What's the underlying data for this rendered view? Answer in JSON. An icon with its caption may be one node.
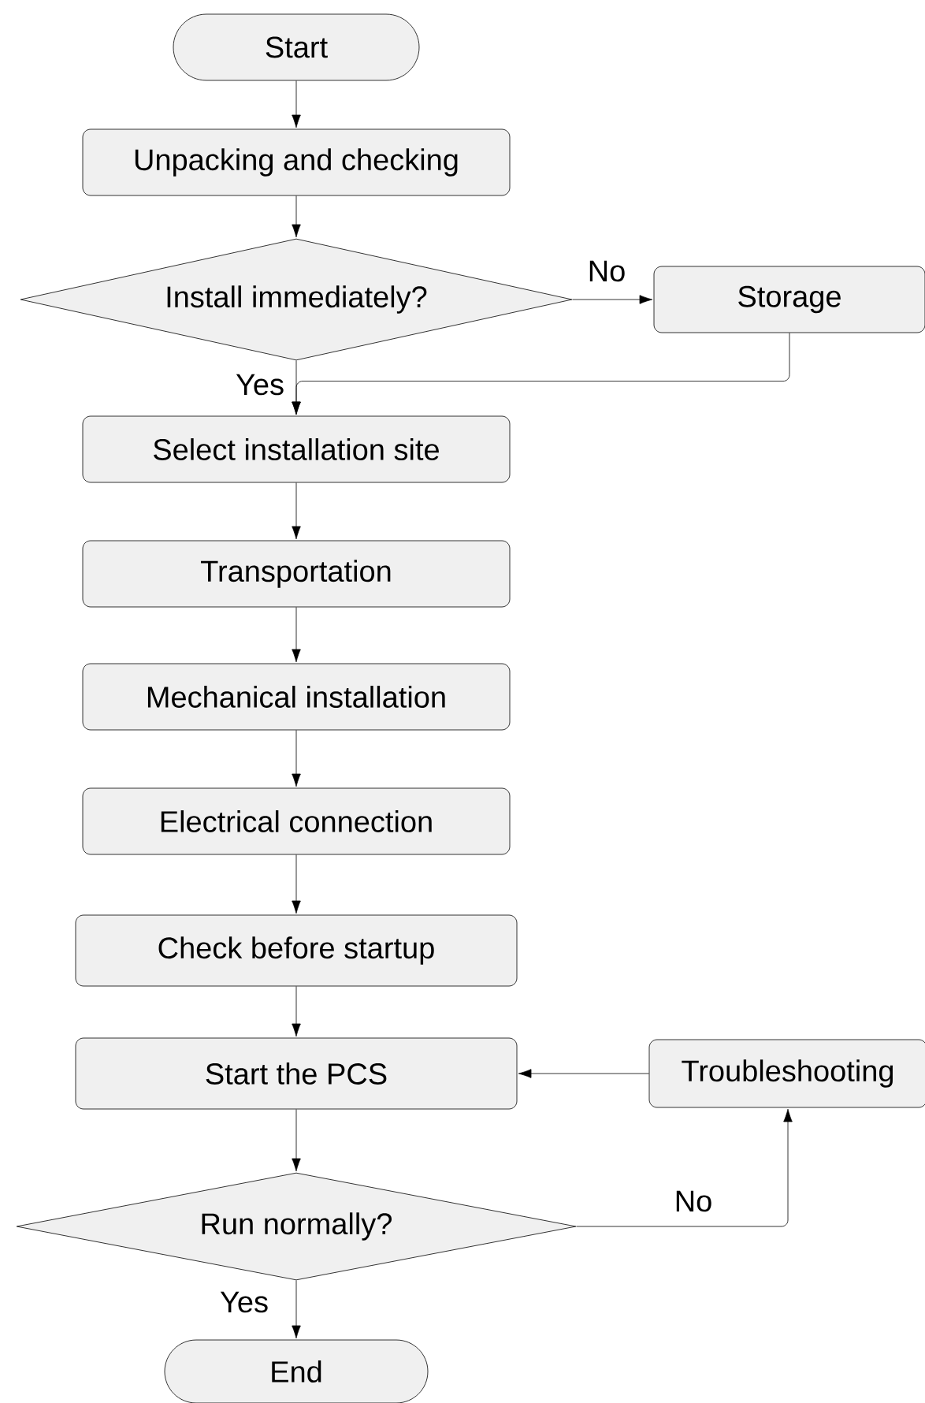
{
  "diagram": {
    "nodes": [
      {
        "text": [
          "Start"
        ]
      },
      {
        "text": [
          "Unpacking and checking"
        ]
      },
      {
        "text": [
          "Install immediately?"
        ]
      },
      {
        "text": [
          "Storage"
        ]
      },
      {
        "text": [
          "Select installation site"
        ]
      },
      {
        "text": [
          "Transportation"
        ]
      },
      {
        "text": [
          "Mechanical installation"
        ]
      },
      {
        "text": [
          "Electrical connection"
        ]
      },
      {
        "text": [
          "Check before startup"
        ]
      },
      {
        "text": [
          "Start the PCS"
        ]
      },
      {
        "text": [
          "Troubleshooting"
        ]
      },
      {
        "text": [
          "Run normally?"
        ]
      },
      {
        "text": [
          "End"
        ]
      }
    ],
    "edges": [
      {
        "from": 0,
        "to": 1,
        "arrow": "to"
      },
      {
        "from": 1,
        "to": 2,
        "arrow": "to"
      },
      {
        "from": 2,
        "to": 3,
        "arrow": "to",
        "label": "No"
      },
      {
        "from": 3,
        "to": 4,
        "arrow": "to"
      },
      {
        "from": 2,
        "to": 4,
        "arrow": "to",
        "label": "Yes"
      },
      {
        "from": 4,
        "to": 5,
        "arrow": "to"
      },
      {
        "from": 5,
        "to": 6,
        "arrow": "to"
      },
      {
        "from": 6,
        "to": 7,
        "arrow": "to"
      },
      {
        "from": 7,
        "to": 8,
        "arrow": "to"
      },
      {
        "from": 8,
        "to": 9,
        "arrow": "to"
      },
      {
        "from": 10,
        "to": 9,
        "arrow": "to"
      },
      {
        "from": 9,
        "to": 11,
        "arrow": "to"
      },
      {
        "from": 11,
        "to": 10,
        "arrow": "to",
        "label": "No"
      },
      {
        "from": 11,
        "to": 12,
        "arrow": "to",
        "label": "Yes"
      }
    ]
  }
}
